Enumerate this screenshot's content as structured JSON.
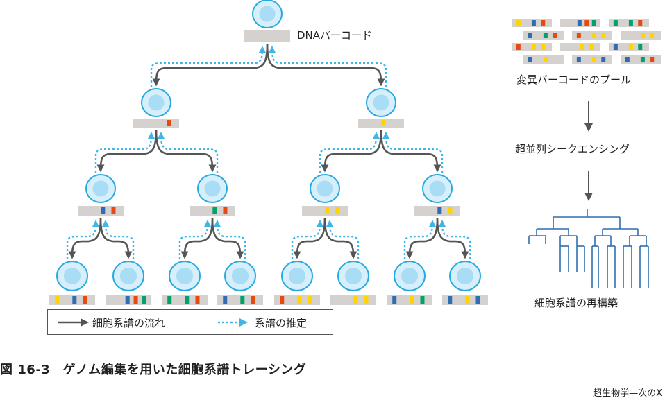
{
  "labels": {
    "dna_barcode": "DNAバーコード",
    "pool": "変異バーコードのプール",
    "sequencing": "超並列シークエンシング",
    "reconstruction": "細胞系譜の再構築"
  },
  "legend": {
    "solid_label": "細胞系譜の流れ",
    "dotted_label": "系譜の推定"
  },
  "caption": "図 16-3　ゲノム編集を用いた細胞系譜トレーシング",
  "credit": "超生物学—次のX",
  "colors": {
    "yellow": "#ffd400",
    "blue": "#2e6db4",
    "red": "#e8490f",
    "green": "#00a26b",
    "barcode_bg": "#d4d1ce",
    "cell_border": "#27aae1",
    "cell_fill": "#d6effb",
    "nucleus": "#a9dcf5",
    "solid_arrow": "#555555",
    "dotted_arrow": "#41b6e6",
    "tree": "#2e6db4"
  },
  "tree_cells": {
    "root": {
      "marks": [
        null,
        null,
        null
      ]
    },
    "level1": [
      {
        "marks": [
          null,
          null,
          "red"
        ]
      },
      {
        "marks": [
          null,
          "yellow",
          null
        ]
      }
    ],
    "level2": [
      {
        "marks": [
          null,
          "blue",
          "red"
        ]
      },
      {
        "marks": [
          null,
          "green",
          "red"
        ]
      },
      {
        "marks": [
          null,
          "yellow",
          "yellow"
        ]
      },
      {
        "marks": [
          null,
          "blue",
          "yellow"
        ]
      }
    ],
    "level3": [
      {
        "marks": [
          "yellow",
          "blue",
          "red"
        ]
      },
      {
        "marks": [
          null,
          "blue",
          "red",
          "green"
        ]
      },
      {
        "marks": [
          "green",
          "green",
          "red"
        ]
      },
      {
        "marks": [
          "blue",
          "green",
          "red"
        ]
      },
      {
        "marks": [
          "red",
          "yellow",
          "yellow"
        ]
      },
      {
        "marks": [
          null,
          "yellow",
          "yellow"
        ]
      },
      {
        "marks": [
          "blue",
          "yellow",
          "green"
        ]
      },
      {
        "marks": [
          "blue",
          "yellow",
          "blue"
        ]
      }
    ]
  },
  "pool_barcodes": [
    [
      [
        "yellow",
        "blue",
        "red"
      ],
      [
        null,
        "blue",
        "red",
        "green"
      ],
      [
        "green",
        "green",
        "red"
      ]
    ],
    [
      [
        "blue",
        "green",
        "red"
      ],
      [
        "red",
        "yellow",
        "yellow"
      ],
      [
        null,
        "yellow",
        "yellow"
      ]
    ],
    [
      [
        "red",
        "yellow",
        "yellow"
      ],
      [
        null,
        "yellow",
        "yellow"
      ],
      [
        "blue",
        "yellow",
        "green"
      ]
    ],
    [
      [
        "blue",
        "yellow",
        null
      ],
      [
        "blue",
        "yellow",
        "blue"
      ],
      [
        "blue",
        "green",
        "red"
      ]
    ]
  ]
}
